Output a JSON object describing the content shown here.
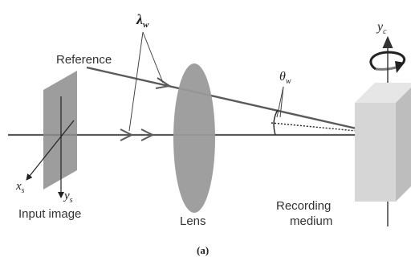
{
  "labels": {
    "wavelength": "λ",
    "wavelength_sub": "w",
    "reference": "Reference",
    "theta": "θ",
    "theta_sub": "w",
    "yc": "y",
    "yc_sub": "c",
    "xs": "x",
    "xs_sub": "s",
    "ys": "y",
    "ys_sub": "s",
    "input_image": "Input image",
    "lens": "Lens",
    "recording_line1": "Recording",
    "recording_line2": "medium",
    "caption": "(a)"
  },
  "colors": {
    "beam": "#5a5a5a",
    "lens": "#9a9a9a",
    "input_plane": "#8c8c8c",
    "medium_front": "#d6d6d6",
    "medium_side": "#bdbdbd",
    "medium_top": "#e6e6e6",
    "text": "#333333"
  },
  "icons": {
    "rotation": "rotation-arrow-icon"
  }
}
